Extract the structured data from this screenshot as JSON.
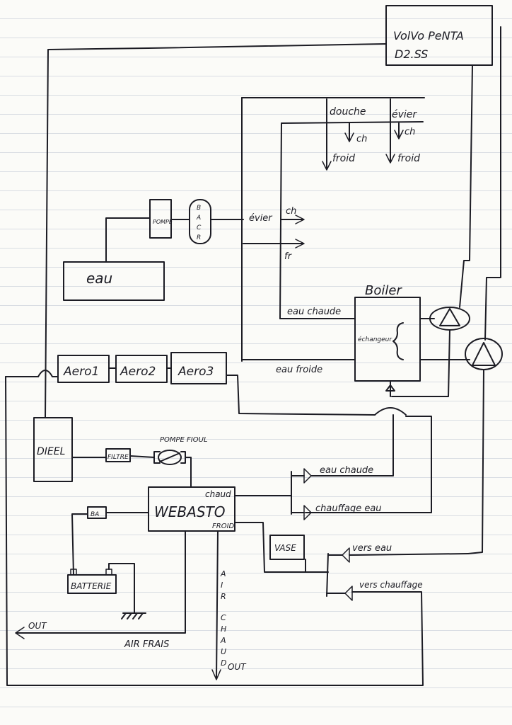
{
  "engine": {
    "line1": "VolVo PeNTA",
    "line2": "D2.SS"
  },
  "sink_top": {
    "douche": "douche",
    "evier": "évier",
    "ch_a": "ch",
    "froid_a": "froid",
    "ch_b": "ch",
    "froid_b": "froid"
  },
  "pump": "POMPE",
  "bac": [
    "B",
    "A",
    "C",
    "R"
  ],
  "sink_mid": {
    "evier": "évier",
    "ch": "ch",
    "fr": "fr"
  },
  "tank": "eau",
  "boiler": {
    "title": "Boiler",
    "echangeur": "échangeur",
    "eau_chaude": "eau chaude",
    "eau_froide": "eau froide"
  },
  "aero": [
    "Aero1",
    "Aero2",
    "Aero3"
  ],
  "diesel": "DIEEL",
  "fuel": {
    "filtre": "FILTRE",
    "pompe": "POMPE FIOUL"
  },
  "webasto": {
    "name": "WEBASTO",
    "chaud": "chaud",
    "froid": "FROID"
  },
  "outputs": {
    "eau_chaude": "eau chaude",
    "chauffage_eau": "chauffage eau",
    "vers_eau": "vers eau",
    "vers_chauffage": "vers chauffage"
  },
  "vase": "VASE",
  "fuse": "BA",
  "battery": "BATTERIE",
  "air": {
    "frais": "AIR FRAIS",
    "out_left": "OUT",
    "chaud_letters": [
      "A",
      "I",
      "R",
      "",
      "C",
      "H",
      "A",
      "U",
      "D"
    ],
    "out_bottom": "OUT"
  }
}
